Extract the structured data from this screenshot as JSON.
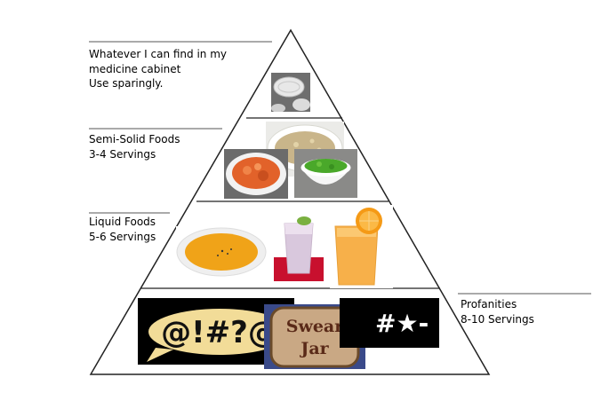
{
  "tiers": [
    {
      "id": "top",
      "lines": [
        "Whatever I can find in my",
        "medicine cabinet",
        "Use sparingly."
      ],
      "images": [
        {
          "name": "pills-photo",
          "icon": "pills-icon"
        }
      ]
    },
    {
      "id": "semi-solid",
      "lines": [
        "Semi-Solid Foods",
        "3-4 Servings"
      ],
      "images": [
        {
          "name": "oatmeal-photo",
          "icon": "porridge-icon"
        },
        {
          "name": "mashed-carrots-photo",
          "icon": "bowl-icon"
        },
        {
          "name": "pea-puree-photo",
          "icon": "bowl-icon"
        }
      ]
    },
    {
      "id": "liquid",
      "lines": [
        "Liquid Foods",
        "5-6 Servings"
      ],
      "images": [
        {
          "name": "soup-photo",
          "icon": "soup-icon"
        },
        {
          "name": "smoothie-photo",
          "icon": "glass-icon"
        },
        {
          "name": "juice-photo",
          "icon": "glass-icon"
        }
      ]
    },
    {
      "id": "base",
      "lines": [
        "Profanities",
        "8-10 Servings"
      ],
      "images": [
        {
          "name": "censored-speech-bubble",
          "text": "@!#?@"
        },
        {
          "name": "swear-jar-photo",
          "text": "Swear Jar"
        },
        {
          "name": "censored-symbols",
          "text": "#★-"
        }
      ]
    }
  ],
  "colors": {
    "outline": "#222222",
    "rule": "#555555",
    "text": "#000000"
  }
}
